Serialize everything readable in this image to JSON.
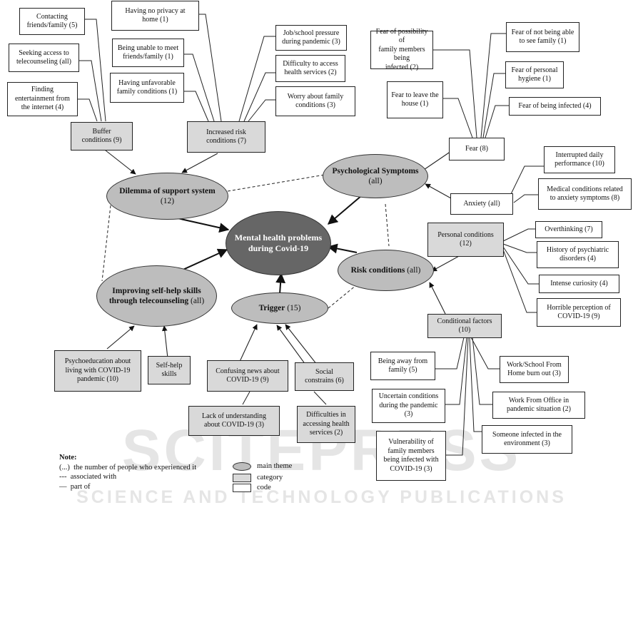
{
  "center": {
    "label": "Mental health problems during Covid-19"
  },
  "themes": {
    "dilemma": {
      "name": "Dilemma of support system",
      "count": "(12)"
    },
    "psych": {
      "name": "Psychological Symptoms",
      "count": "(all)"
    },
    "risk": {
      "name": "Risk conditions",
      "count": "(all)"
    },
    "trigger": {
      "name": "Trigger",
      "count": "(15)"
    },
    "improving": {
      "name": "Improving self-help skills through telecounseling",
      "count": "(all)"
    }
  },
  "categories": {
    "buffer": "Buffer\nconditions (9)",
    "increased": "Increased risk\nconditions (7)",
    "fear": "Fear (8)",
    "anxiety": "Anxiety (all)",
    "personal": "Personal conditions\n(12)",
    "conditional": "Conditional factors\n(10)",
    "psychoeducation": "Psychoeducation about\nliving with COVID-19\npandemic (10)",
    "selfhelp": "Self-help\nskills",
    "confusing": "Confusing news about\nCOVID-19 (9)",
    "social": "Social\nconstrains (6)",
    "lack": "Lack of understanding\nabout COVID-19 (3)",
    "difficulties": "Difficulties in\naccessing health\nservices (2)"
  },
  "codes": {
    "contacting": "Contacting\nfriends/family (5)",
    "seeking": "Seeking access to\ntelecounseling (all)",
    "finding": "Finding\nentertainment from\nthe internet (4)",
    "noprivacy": "Having no privacy at\nhome (1)",
    "unable": "Being unable to meet\nfriends/family (1)",
    "unfavorable": "Having unfavorable\nfamily conditions (1)",
    "jobschool": "Job/school pressure\nduring pandemic (3)",
    "difficulty_access": "Difficulty to access\nhealth services (2)",
    "worry": "Worry about family\nconditions (3)",
    "fear_possibility": "Fear of possibility of\nfamily members being\ninfected (2)",
    "fear_leave": "Fear to leave the\nhouse (1)",
    "fear_notsee": "Fear of not being able\nto see family (1)",
    "fear_hygiene": "Fear of personal\nhygiene (1)",
    "fear_infected": "Fear of being infected (4)",
    "interrupted": "Interrupted daily\nperformance (10)",
    "medical": "Medical conditions related\nto anxiety symptoms (8)",
    "overthinking": "Overthinking (7)",
    "history": "History of psychiatric\ndisorders (4)",
    "curiosity": "Intense curiosity (4)",
    "horrible": "Horrible perception of\nCOVID-19 (9)",
    "away": "Being away from\nfamily (5)",
    "uncertain": "Uncertain conditions\nduring the pandemic\n(3)",
    "vulnerability": "Vulnerability of\nfamily members\nbeing infected with\nCOVID-19 (3)",
    "wfh": "Work/School From\nHome burn out (3)",
    "wfo": "Work From Office in\npandemic situation (2)",
    "someone": "Someone infected in the\nenvironment (3)"
  },
  "note": {
    "title": "Note:",
    "line1": "(...)  the number of people who experienced it",
    "line2": "---  associated with",
    "line3": "—  part of",
    "legend_theme": "main theme",
    "legend_category": "category",
    "legend_code": "code"
  },
  "watermark": {
    "line1": "SCITEPRESS",
    "line2": "SCIENCE AND TECHNOLOGY PUBLICATIONS"
  },
  "colors": {
    "main_theme": "#666666",
    "theme": "#bdbdbd",
    "category": "#d9d9d9",
    "code": "#ffffff"
  }
}
